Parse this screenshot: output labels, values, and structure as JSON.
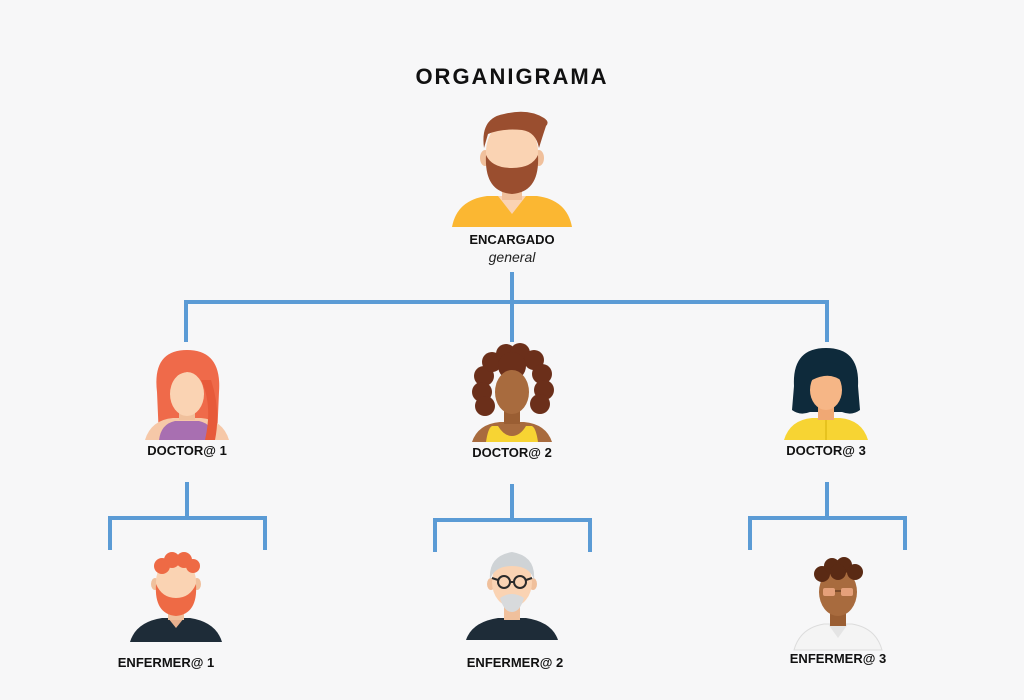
{
  "title": "ORGANIGRAMA",
  "colors": {
    "connector": "#5b9bd5",
    "skin_light": "#fad3b3",
    "skin_brown": "#a86b3e",
    "skin_mid": "#f2b27c",
    "dark_navy": "#1e2c38"
  },
  "nodes": {
    "encargado": {
      "label": "ENCARGADO",
      "sublabel": "general",
      "avatar": "bearded-man-avatar-icon"
    },
    "doctor1": {
      "label": "DOCTOR@ 1",
      "avatar": "red-haired-woman-avatar-icon"
    },
    "doctor2": {
      "label": "DOCTOR@ 2",
      "avatar": "curly-haired-woman-avatar-icon"
    },
    "doctor3": {
      "label": "DOCTOR@ 3",
      "avatar": "black-haired-woman-avatar-icon"
    },
    "enfermero1": {
      "label": "ENFERMER@ 1",
      "avatar": "ginger-bearded-man-avatar-icon"
    },
    "enfermero2": {
      "label": "ENFERMER@ 2",
      "avatar": "old-man-glasses-avatar-icon"
    },
    "enfermero3": {
      "label": "ENFERMER@ 3",
      "avatar": "curly-man-sunglasses-avatar-icon"
    }
  }
}
